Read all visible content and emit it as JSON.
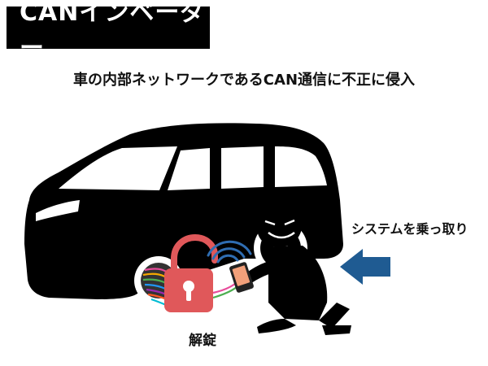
{
  "title": "CANインベーダー",
  "subtitle": "車の内部ネットワークであるCAN通信に不正に侵入",
  "labels": {
    "takeover": "システムを乗っ取り",
    "unlock": "解錠"
  },
  "icons": [
    "car-silhouette",
    "hacker-figure",
    "smartphone-device",
    "wireless-signal-icon",
    "unlocked-padlock-icon",
    "wire-bundle",
    "arrow-left-icon"
  ],
  "colors": {
    "badge_bg": "#000000",
    "badge_text": "#ffffff",
    "padlock": "#e0585a",
    "arrow": "#1f5b92",
    "signal": "#2f6db2"
  }
}
